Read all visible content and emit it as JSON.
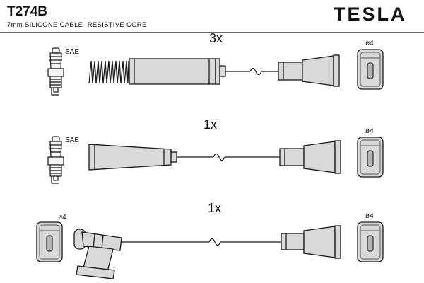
{
  "product": {
    "part_number": "T274B",
    "description": "7mm SILICONE CABLE- RESISTIVE CORE",
    "brand": "TESLA"
  },
  "rows": [
    {
      "quantity": "3x",
      "plug_label": "SAE",
      "right_connector_label": "ø4"
    },
    {
      "quantity": "1x",
      "plug_label": "SAE",
      "right_connector_label": "ø4"
    },
    {
      "quantity": "1x",
      "left_connector_label": "ø4",
      "right_connector_label": "ø4"
    }
  ]
}
